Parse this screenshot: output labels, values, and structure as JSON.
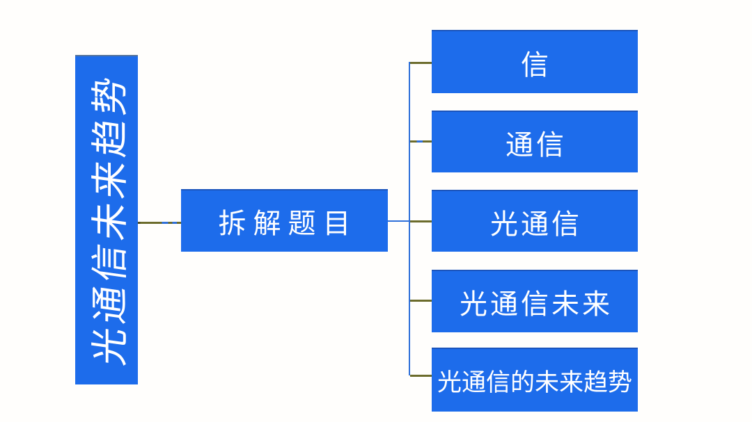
{
  "diagram": {
    "type": "mindmap-tree",
    "root": {
      "label": "光通信未来趋势"
    },
    "mid": {
      "label": "拆解题目"
    },
    "leaves": [
      {
        "label": "信"
      },
      {
        "label": "通信"
      },
      {
        "label": "光通信"
      },
      {
        "label": "光通信未来"
      },
      {
        "label": "光通信的未来趋势"
      }
    ]
  },
  "colors": {
    "node_fill": "#1d6ceb",
    "node_text": "#ffffff",
    "connector_olive": "#6c6c2c",
    "connector_blue": "#2e6fd9",
    "background": "#fffefc"
  }
}
